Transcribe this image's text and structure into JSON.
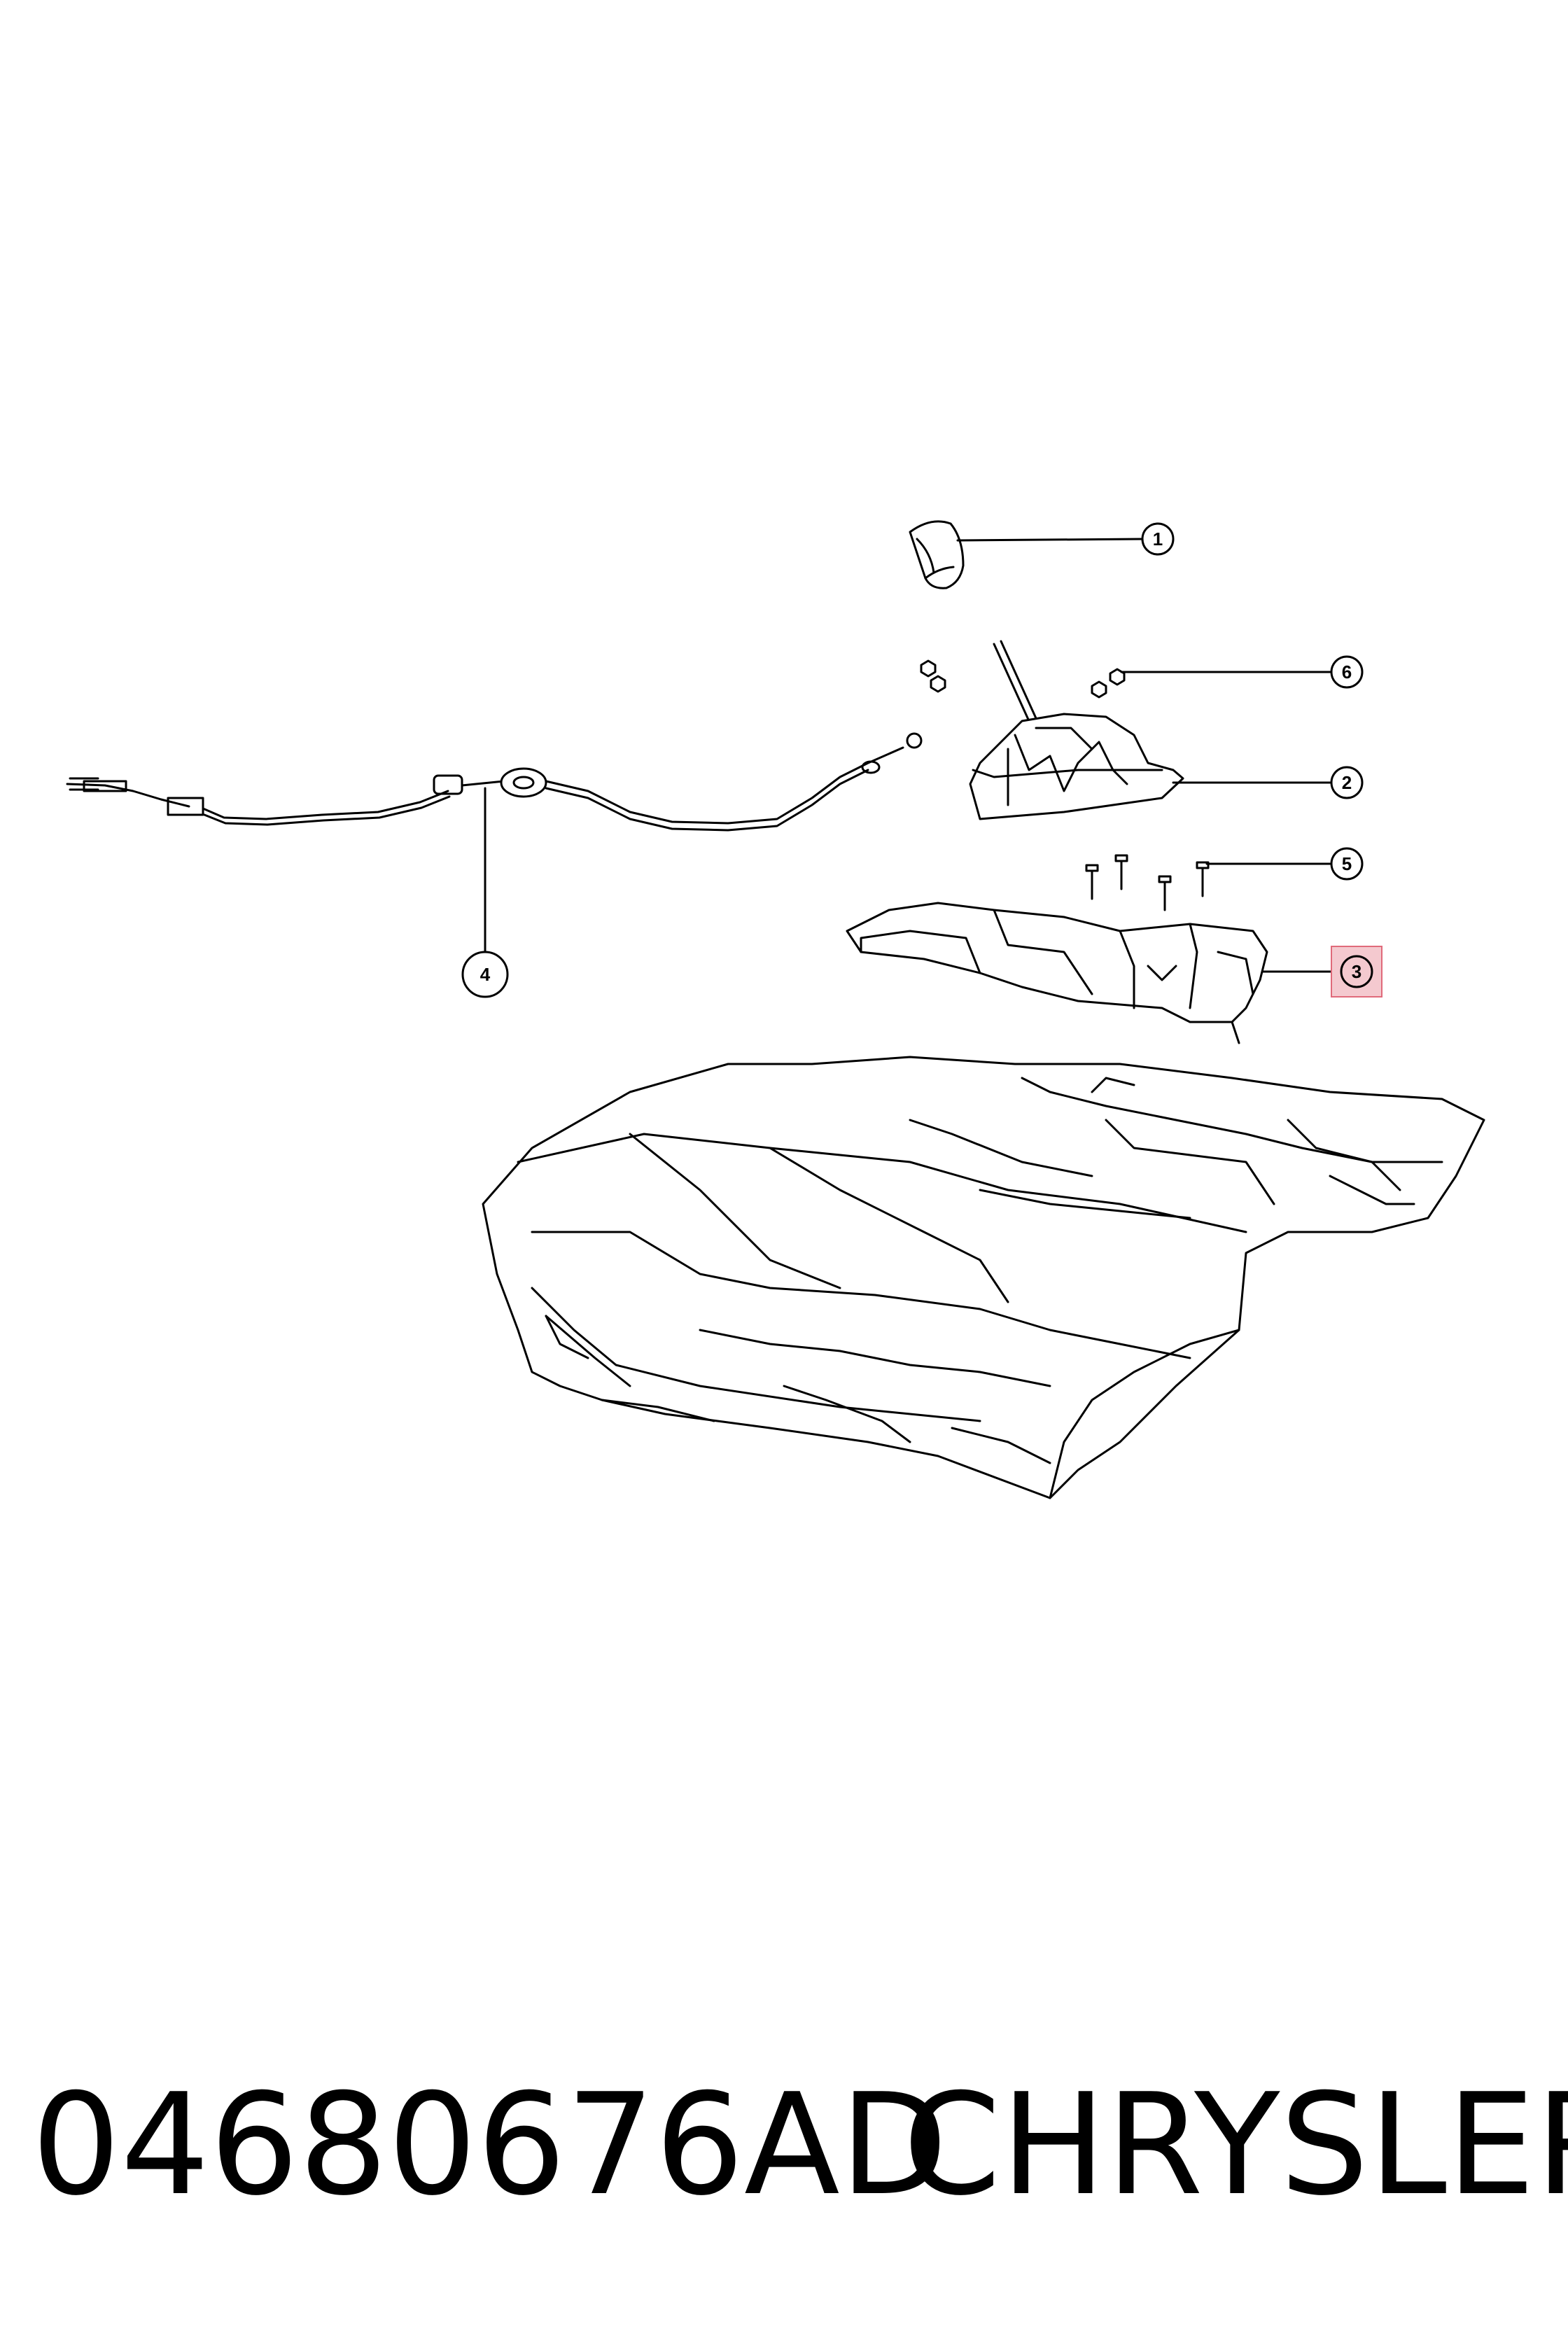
{
  "colors": {
    "line": "#000000",
    "highlight_fill": "#f4c9cf",
    "highlight_stroke": "#e06a7a"
  },
  "callouts": [
    {
      "id": "1",
      "label": "1",
      "part": "shift-knob"
    },
    {
      "id": "2",
      "label": "2",
      "part": "shifter-assembly"
    },
    {
      "id": "3",
      "label": "3",
      "part": "shifter-bracket",
      "highlighted": true
    },
    {
      "id": "4",
      "label": "4",
      "part": "shift-cable"
    },
    {
      "id": "5",
      "label": "5",
      "part": "bolts"
    },
    {
      "id": "6",
      "label": "6",
      "part": "nuts"
    }
  ],
  "footer": {
    "part_number": "04680676AD",
    "brand": "CHRYSLER"
  }
}
